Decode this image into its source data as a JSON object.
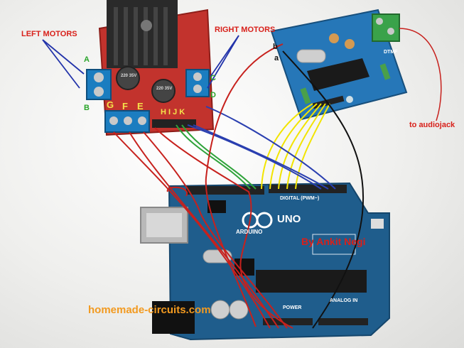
{
  "labels": {
    "left_motors": "LEFT MOTORS",
    "right_motors": "RIGHT MOTORS",
    "to_audiojack": "to audiojack",
    "author": "By Ankit Negi",
    "website": "homemade-circuits.com",
    "pin_a": "A",
    "pin_b": "B",
    "pin_c": "C",
    "pin_d": "D",
    "pin_g": "G",
    "pin_f": "F",
    "pin_e": "E",
    "pin_hijk": "H I J K",
    "dtmf_a": "a",
    "dtmf_b": "b"
  },
  "boards": {
    "arduino_brand": "ARDUINO",
    "arduino_model": "UNO",
    "arduino_digital": "DIGITAL (PWM~)",
    "arduino_analog": "ANALOG IN",
    "arduino_power": "POWER",
    "driver_cap1": "220 35V",
    "driver_cap2": "220 35V",
    "dtmf_label": "DTMF"
  },
  "colors": {
    "driver_board": "#c2332d",
    "arduino_board": "#1f5d8c",
    "dtmf_board": "#2677b8",
    "terminal_blue": "#1b7dc0",
    "terminal_green": "#3aa24a"
  }
}
